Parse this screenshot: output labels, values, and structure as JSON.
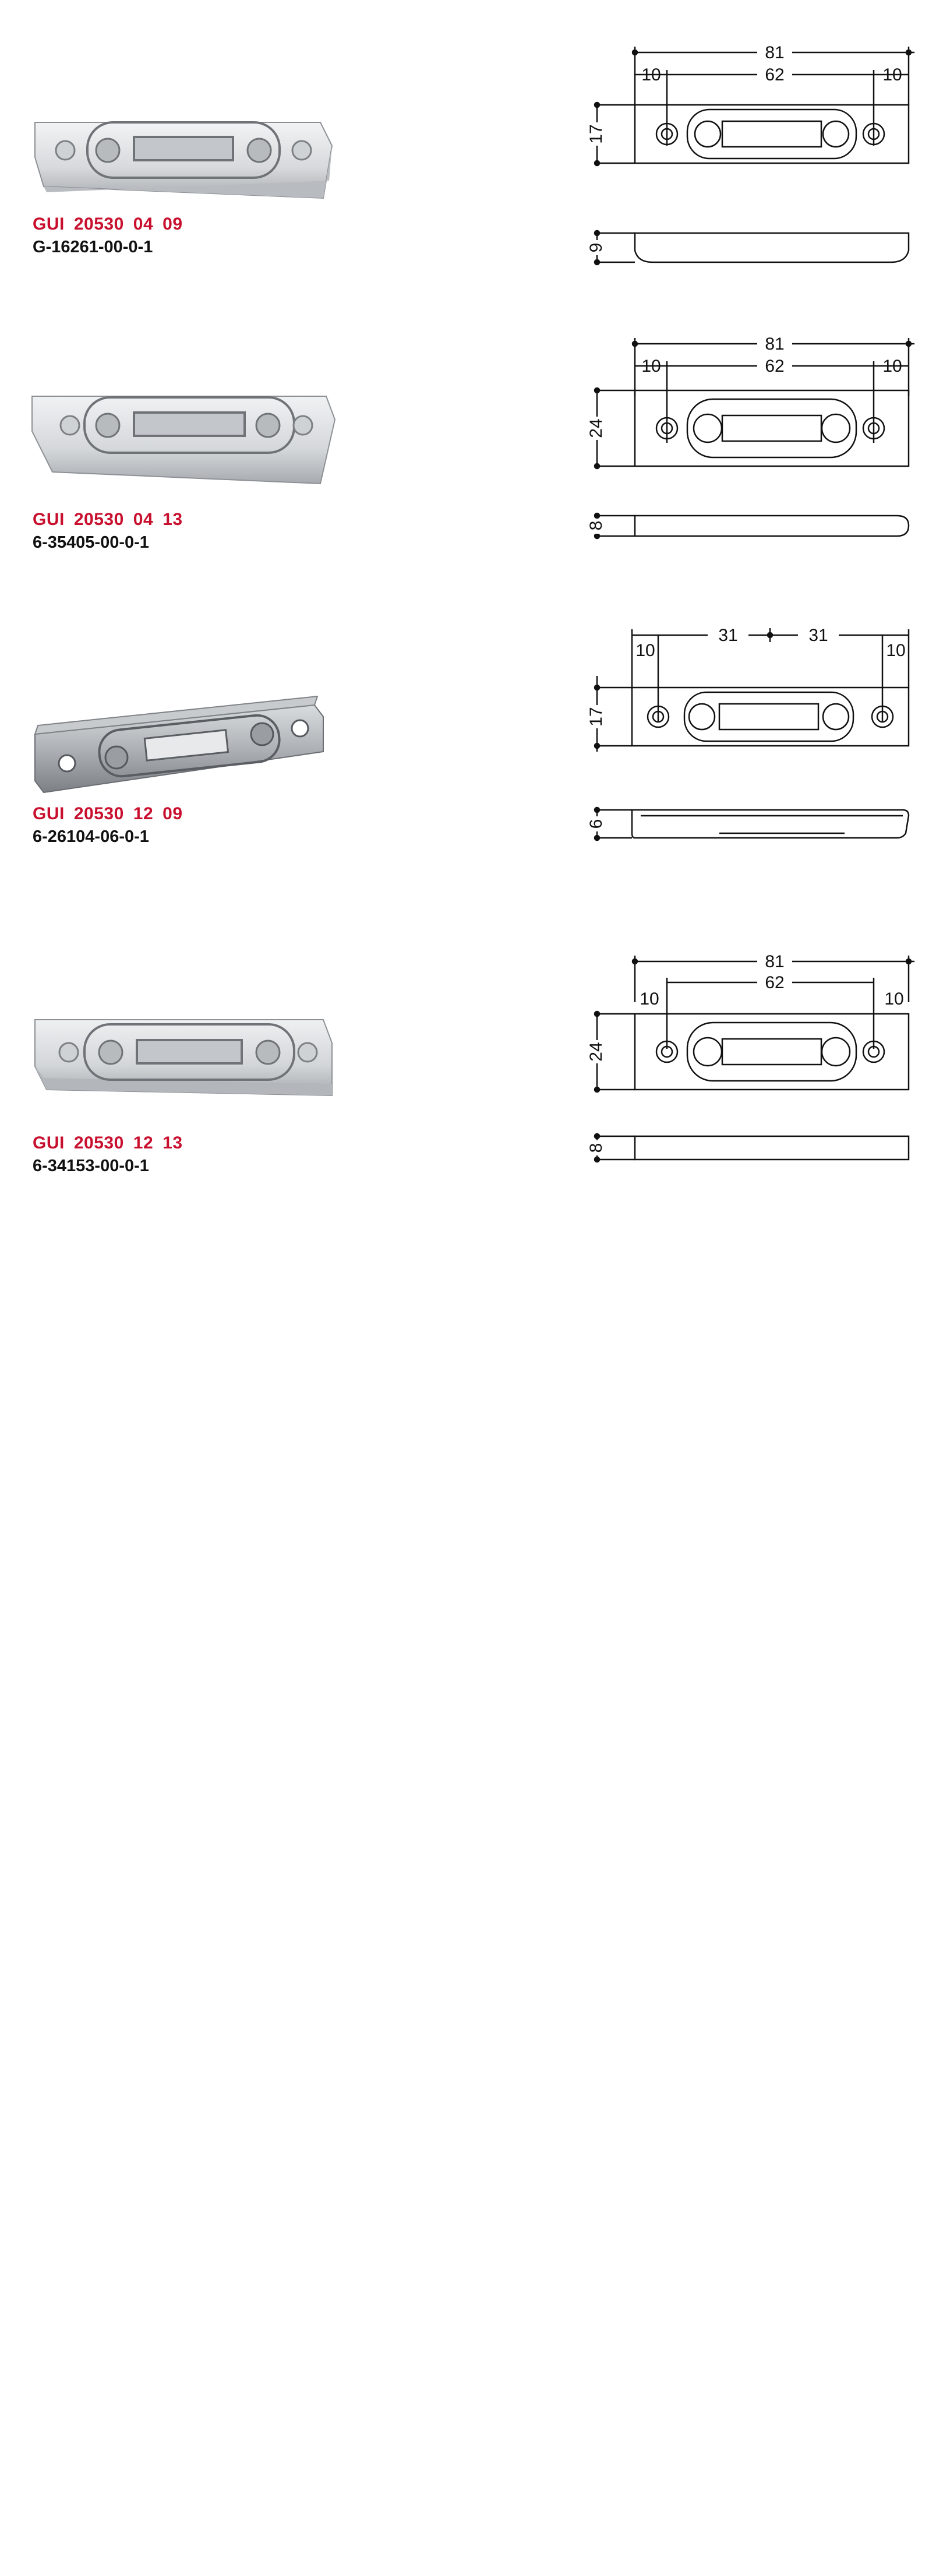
{
  "products": [
    {
      "code_parts": [
        "GUI",
        "20530",
        "04",
        "09"
      ],
      "article_number": "G-16261-00-0-1",
      "dims": {
        "overall": "81",
        "center": "62",
        "left": "10",
        "right": "10",
        "height": "17",
        "thickness": "9"
      }
    },
    {
      "code_parts": [
        "GUI",
        "20530",
        "04",
        "13"
      ],
      "article_number": "6-35405-00-0-1",
      "dims": {
        "overall": "81",
        "center": "62",
        "left": "10",
        "right": "10",
        "height": "24",
        "thickness": "8"
      }
    },
    {
      "code_parts": [
        "GUI",
        "20530",
        "12",
        "09"
      ],
      "article_number": "6-26104-06-0-1",
      "dims": {
        "half_left": "31",
        "half_right": "31",
        "left": "10",
        "right": "10",
        "height": "17",
        "thickness": "6"
      }
    },
    {
      "code_parts": [
        "GUI",
        "20530",
        "12",
        "13"
      ],
      "article_number": "6-34153-00-0-1",
      "dims": {
        "overall": "81",
        "center": "62",
        "left": "10",
        "right": "10",
        "height": "24",
        "thickness": "8"
      }
    }
  ],
  "colors": {
    "code": "#c8102e",
    "article": "#111111",
    "line": "#111111",
    "metal_light": "#e4e6e8",
    "metal_dark": "#9ea2a6"
  }
}
